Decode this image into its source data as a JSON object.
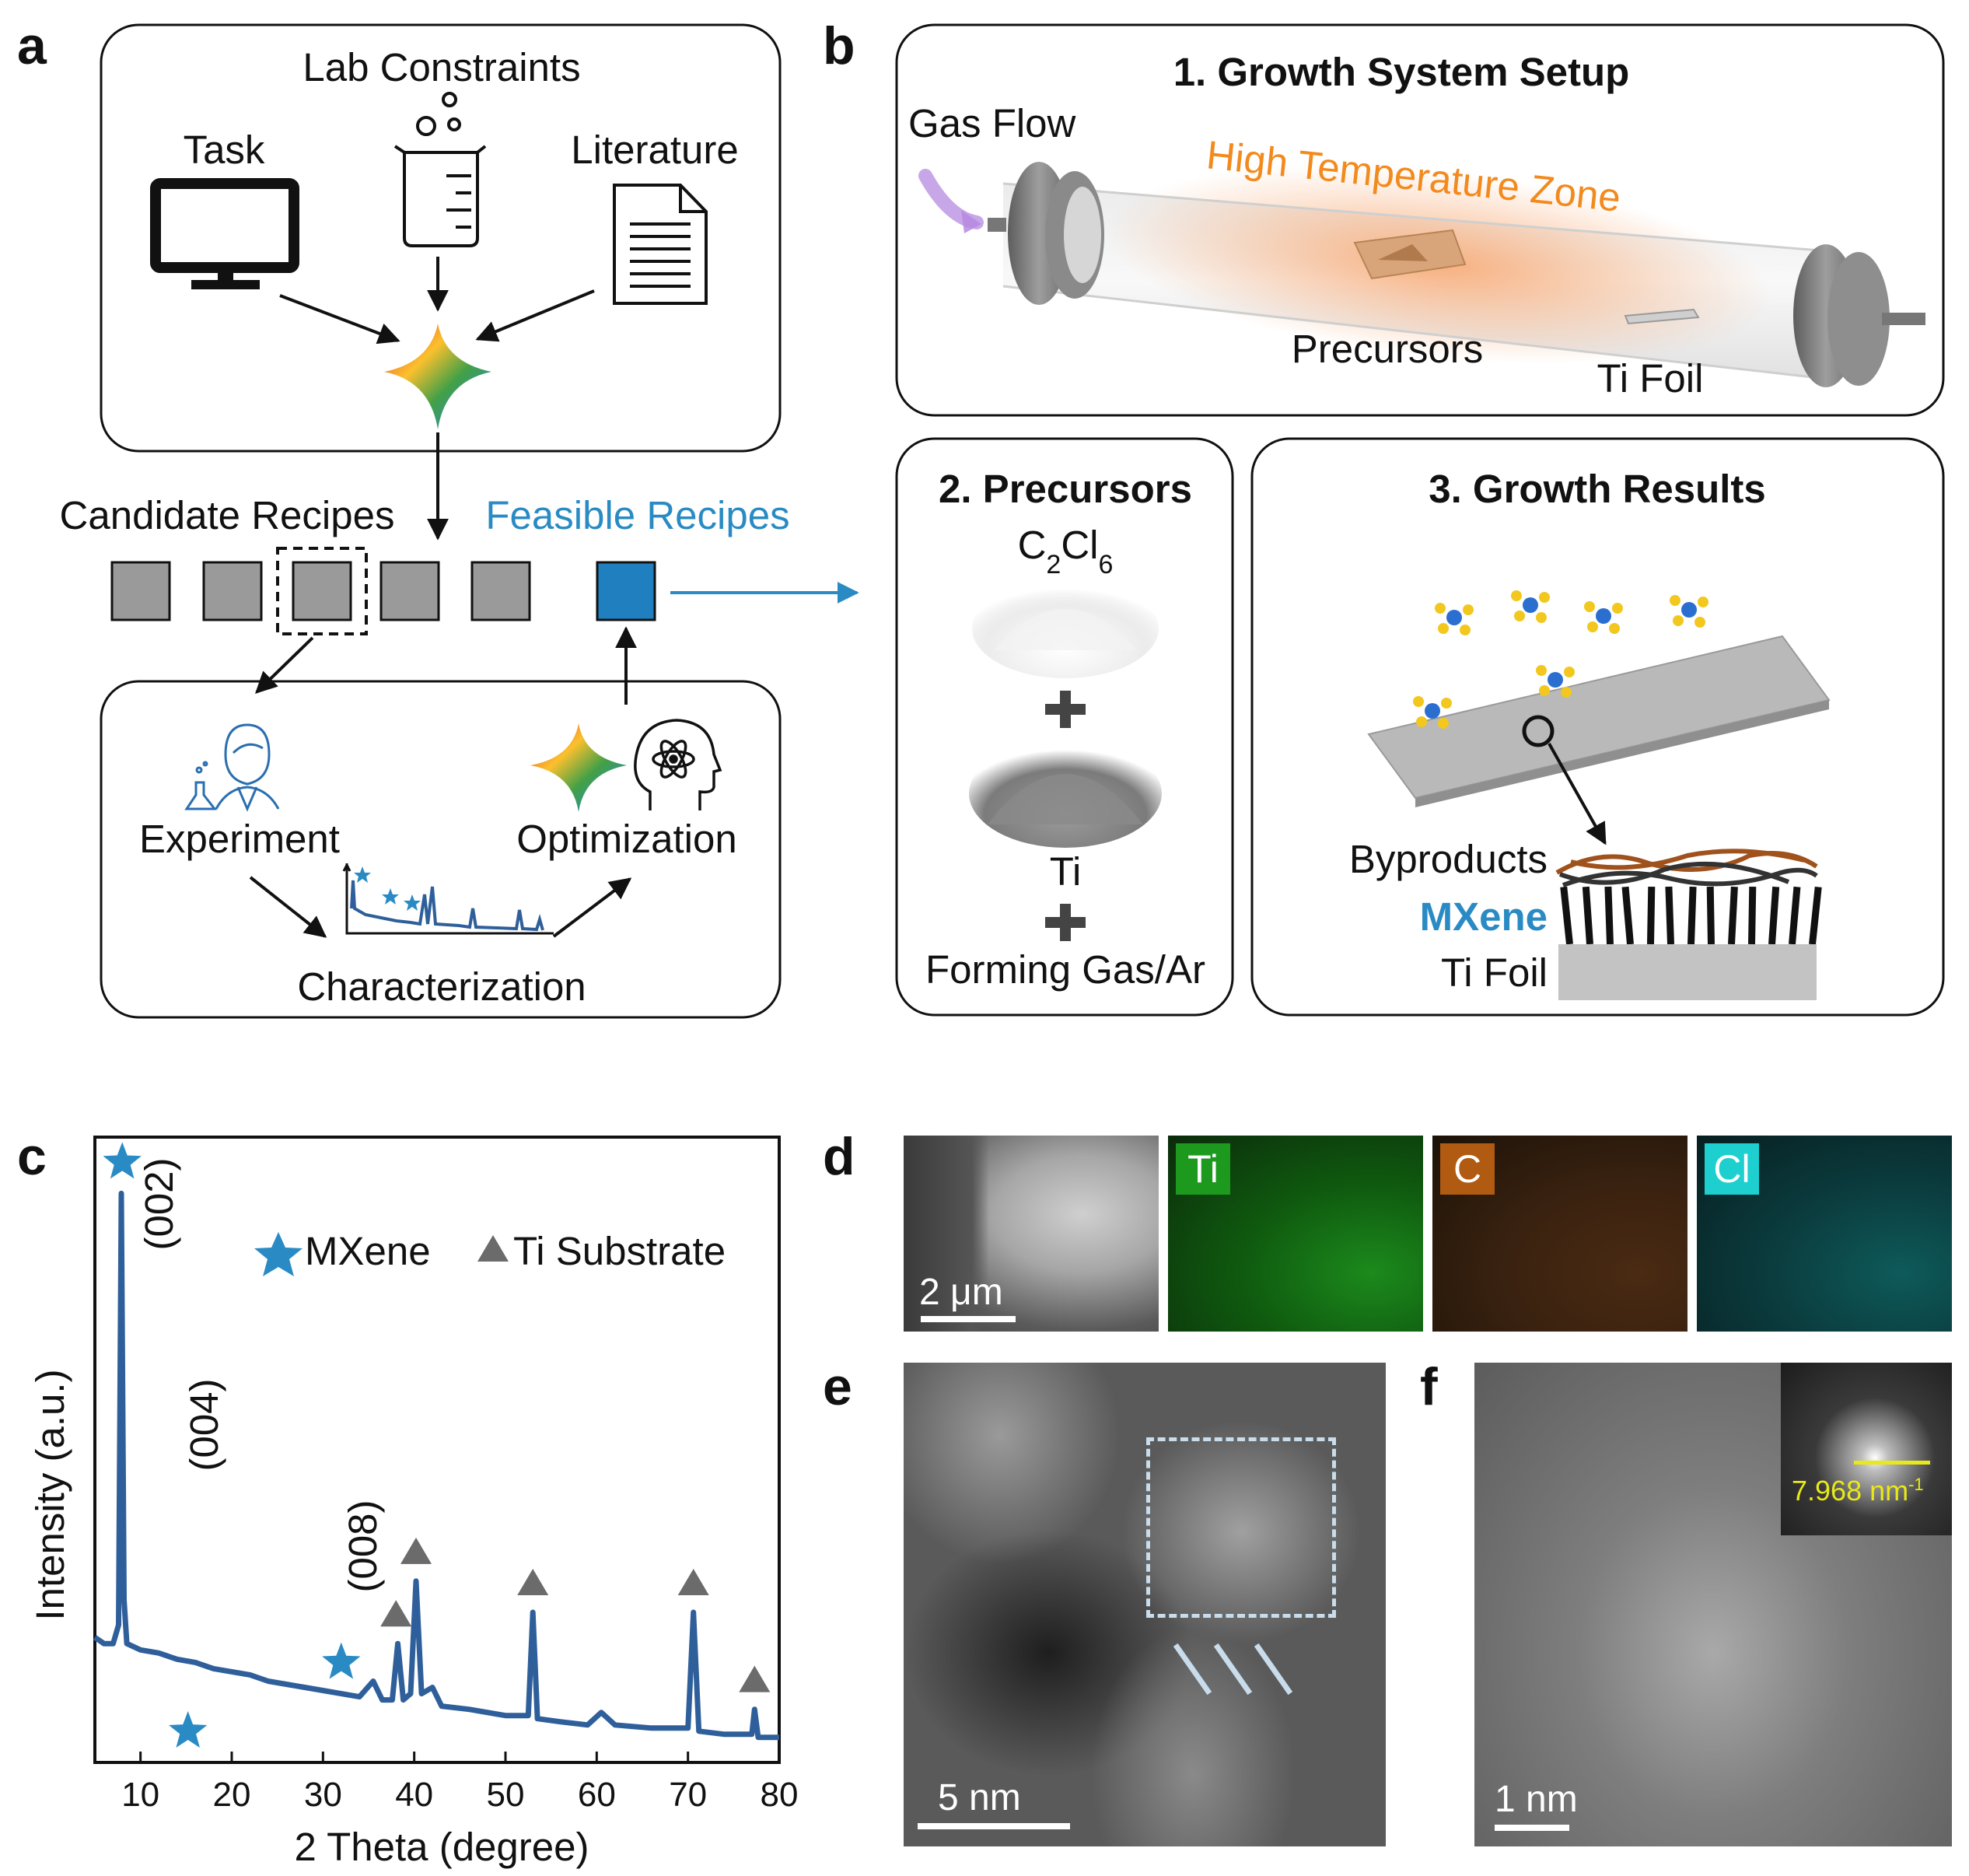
{
  "panel_labels": {
    "a": "a",
    "b": "b",
    "c": "c",
    "d": "d",
    "e": "e",
    "f": "f"
  },
  "panel_a": {
    "lab_constraints": "Lab Constraints",
    "task": "Task",
    "literature": "Literature",
    "candidate_recipes": "Candidate Recipes",
    "feasible_recipes": "Feasible Recipes",
    "experiment": "Experiment",
    "optimization": "Optimization",
    "characterization": "Characterization",
    "colors": {
      "feasible": "#2a8bc4",
      "recipe_box": "#9a9a9a",
      "recipe_selected": "#1f7fbf"
    }
  },
  "panel_b": {
    "setup_title": "1. Growth System Setup",
    "gas_flow": "Gas Flow",
    "high_temp_zone": "High Temperature Zone",
    "precursors_label": "Precursors",
    "ti_foil_label": "Ti Foil",
    "precursors_title": "2. Precursors",
    "c2cl6_base1": "C",
    "c2cl6_sub1": "2",
    "c2cl6_base2": "Cl",
    "c2cl6_sub2": "6",
    "ti": "Ti",
    "forming_gas": "Forming Gas/Ar",
    "results_title": "3. Growth Results",
    "byproducts": "Byproducts",
    "mxene": "MXene",
    "ti_foil_bottom": "Ti Foil",
    "colors": {
      "hot_zone": "#f28a1e",
      "mxene": "#2a8bc4",
      "gas_arrow": "#b689e0"
    }
  },
  "panel_c": {
    "legend_mxene": "MXene",
    "legend_ti": "Ti Substrate",
    "peak_002": "(002)",
    "peak_004": "(004)",
    "peak_008": "(008)",
    "chart_data": {
      "type": "line",
      "title": "",
      "xlabel": "2 Theta (degree)",
      "ylabel": "Intensity (a.u.)",
      "xlim": [
        5,
        80
      ],
      "xticks": [
        10,
        20,
        30,
        40,
        50,
        60,
        70,
        80
      ],
      "series": [
        {
          "name": "",
          "points": [
            [
              5,
              0.2
            ],
            [
              6,
              0.19
            ],
            [
              7,
              0.19
            ],
            [
              7.6,
              0.22
            ],
            [
              7.9,
              0.91
            ],
            [
              8.2,
              0.26
            ],
            [
              8.5,
              0.19
            ],
            [
              10,
              0.18
            ],
            [
              12,
              0.175
            ],
            [
              14,
              0.165
            ],
            [
              16,
              0.16
            ],
            [
              18,
              0.15
            ],
            [
              20,
              0.145
            ],
            [
              22,
              0.14
            ],
            [
              24,
              0.13
            ],
            [
              26,
              0.125
            ],
            [
              28,
              0.12
            ],
            [
              30,
              0.115
            ],
            [
              32,
              0.11
            ],
            [
              34,
              0.105
            ],
            [
              35.5,
              0.13
            ],
            [
              36.5,
              0.1
            ],
            [
              37.6,
              0.1
            ],
            [
              38.2,
              0.19
            ],
            [
              38.8,
              0.1
            ],
            [
              39.6,
              0.11
            ],
            [
              40.2,
              0.29
            ],
            [
              40.8,
              0.11
            ],
            [
              42,
              0.12
            ],
            [
              43,
              0.09
            ],
            [
              46,
              0.085
            ],
            [
              50,
              0.075
            ],
            [
              52.5,
              0.075
            ],
            [
              53.0,
              0.24
            ],
            [
              53.5,
              0.07
            ],
            [
              56,
              0.065
            ],
            [
              59,
              0.06
            ],
            [
              60.5,
              0.08
            ],
            [
              62,
              0.06
            ],
            [
              66,
              0.055
            ],
            [
              70,
              0.055
            ],
            [
              70.6,
              0.24
            ],
            [
              71.2,
              0.05
            ],
            [
              74,
              0.045
            ],
            [
              77,
              0.045
            ],
            [
              77.3,
              0.085
            ],
            [
              77.7,
              0.04
            ],
            [
              80,
              0.04
            ]
          ]
        }
      ],
      "markers": {
        "mxene_star_x": [
          8.0,
          15.2,
          32.0
        ],
        "ti_triangle_x": [
          38.0,
          40.2,
          53.0,
          70.6,
          77.3
        ]
      },
      "colors": {
        "line": "#2f5f9a",
        "star": "#2a8bc4",
        "triangle": "#6b6b6b"
      }
    }
  },
  "panel_d": {
    "scale": "2 μm",
    "ti": "Ti",
    "c": "C",
    "cl": "Cl",
    "colors": {
      "ti": "#1d9a1d",
      "c": "#b15a12",
      "cl": "#1ecfd0"
    }
  },
  "panel_e": {
    "scale": "5 nm"
  },
  "panel_f": {
    "scale": "1 nm",
    "fft_label": "7.968 nm",
    "fft_exp": "-1",
    "colors": {
      "fft_label": "#e8e81a"
    }
  }
}
